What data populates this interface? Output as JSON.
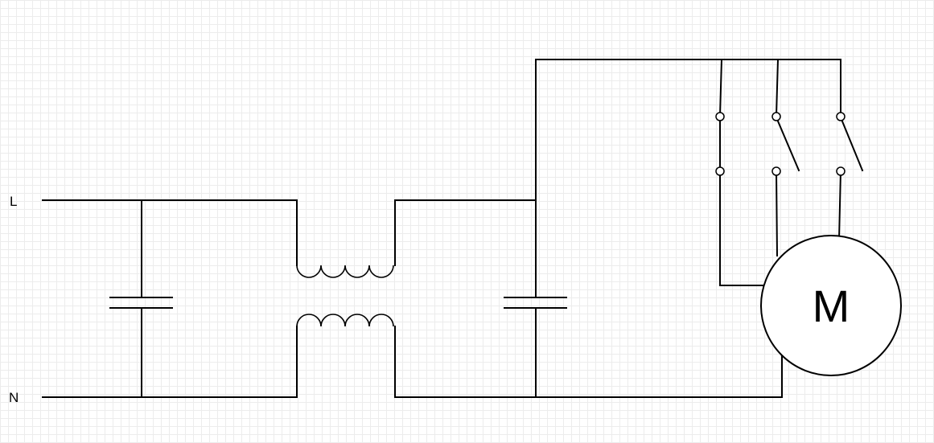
{
  "labels": {
    "line": "L",
    "neutral": "N",
    "motor": "M"
  },
  "colors": {
    "stroke": "#000000",
    "grid": "#ececec",
    "background": "#ffffff"
  }
}
